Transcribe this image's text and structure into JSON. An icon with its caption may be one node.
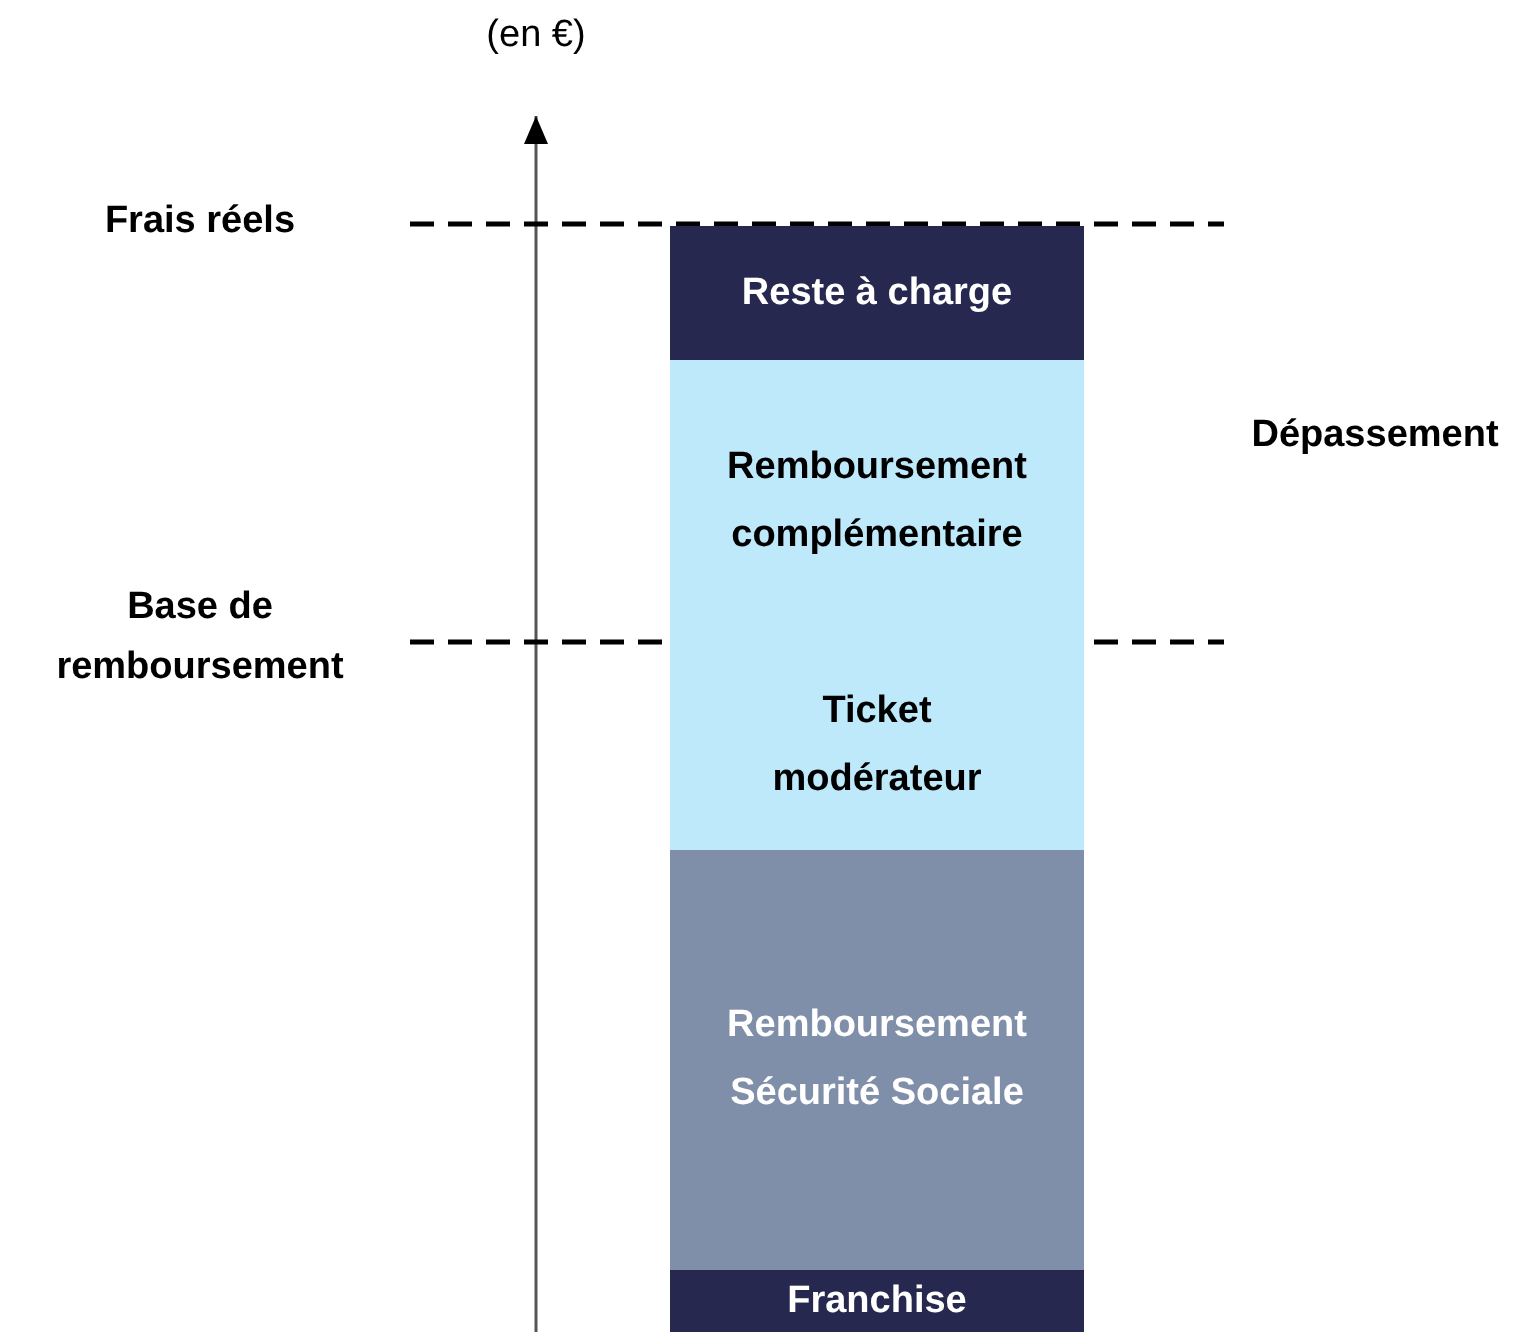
{
  "diagram": {
    "nodes": [
      {
        "text": [
          "Reste à charge"
        ]
      },
      {
        "text": [
          "Remboursement complémentaire"
        ]
      },
      {
        "text": [
          "Ticket modérateur"
        ]
      },
      {
        "text": [
          "Remboursement Sécurité Sociale"
        ]
      },
      {
        "text": [
          "Franchise"
        ]
      }
    ],
    "labels": [
      "(en €)",
      "Frais réels",
      "Dépassement",
      "Base de remboursement"
    ]
  }
}
